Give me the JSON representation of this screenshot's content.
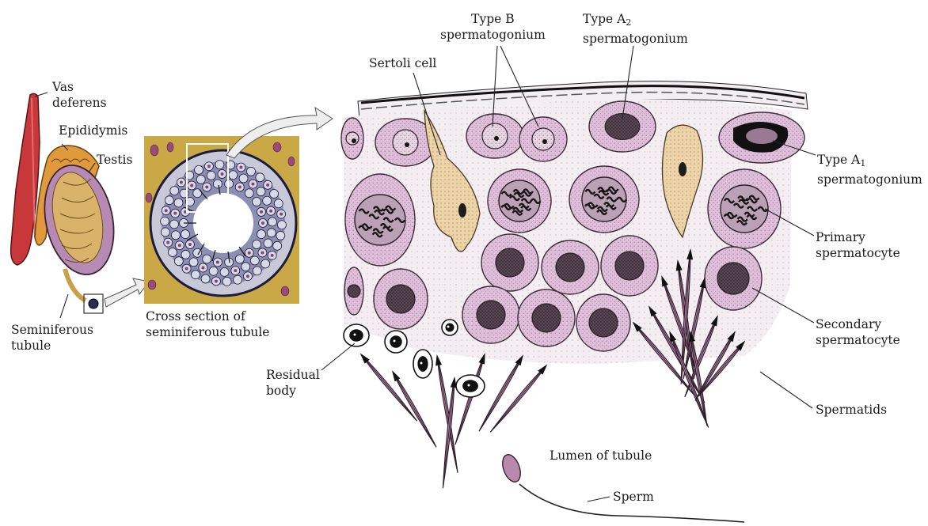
{
  "labels": {
    "vas_deferens": [
      "Vas",
      "deferens"
    ],
    "epididymis": "Epididymis",
    "testis": "Testis",
    "seminiferous_tubule": [
      "Seminiferous",
      "tubule"
    ],
    "cross_section": [
      "Cross section of",
      "seminiferous tubule"
    ],
    "sertoli_cell": "Sertoli cell",
    "type_b": [
      "Type B",
      "spermatogonium"
    ],
    "type_a2": {
      "prefix": "Type A",
      "subscript": "2",
      "line2": "spermatogonium"
    },
    "type_a1": {
      "prefix": "Type A",
      "subscript": "1",
      "line2": "spermatogonium"
    },
    "primary_spermatocyte": [
      "Primary",
      "spermatocyte"
    ],
    "secondary_spermatocyte": [
      "Secondary",
      "spermatocyte"
    ],
    "residual_body": [
      "Residual",
      "body"
    ],
    "spermatids": "Spermatids",
    "lumen": "Lumen of tubule",
    "sperm": "Sperm"
  },
  "colors": {
    "cell_fill": "#dfbfd9",
    "cell_outline": "#3a2a36",
    "nucleus": "#6e5a6a",
    "sertoli": "#ecd3a8",
    "vas": "#c8383a",
    "epididymis": "#e09a3c",
    "connective": "#c9a845",
    "tubule_dark": "#3b3f6e"
  }
}
